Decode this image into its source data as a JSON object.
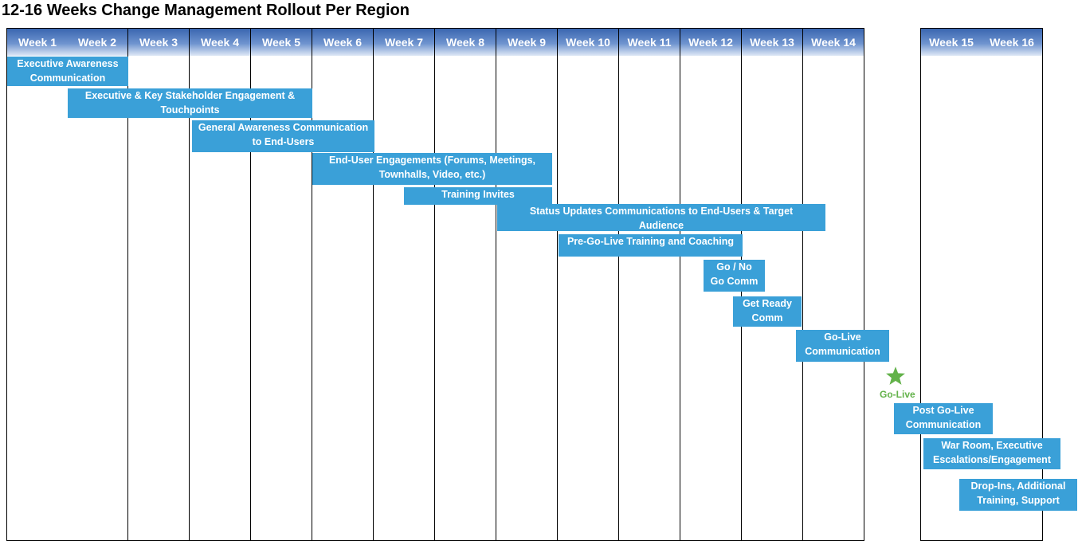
{
  "title": "12-16 Weeks Change Management Rollout Per Region",
  "weeks": [
    "Week 1",
    "Week 2",
    "Week 3",
    "Week 4",
    "Week 5",
    "Week 6",
    "Week 7",
    "Week 8",
    "Week 9",
    "Week 10",
    "Week 11",
    "Week 12",
    "Week 13",
    "Week 14",
    "Week 15",
    "Week 16"
  ],
  "tasks": [
    {
      "label": "Executive Awareness Communication"
    },
    {
      "label": "Executive & Key Stakeholder Engagement & Touchpoints"
    },
    {
      "label": "General Awareness Communication to End-Users"
    },
    {
      "label": "End-User Engagements (Forums, Meetings, Townhalls, Video, etc.)"
    },
    {
      "label": "Training Invites"
    },
    {
      "label": "Status Updates Communications to  End-Users & Target Audience"
    },
    {
      "label": "Pre-Go-Live Training and Coaching"
    },
    {
      "label": "Go / No Go Comm"
    },
    {
      "label": "Get Ready Comm"
    },
    {
      "label": "Go-Live Communication"
    },
    {
      "label": "Post Go-Live Communication"
    },
    {
      "label": "War Room, Executive Escalations/Engagement"
    },
    {
      "label": "Drop-Ins, Additional Training, Support"
    }
  ],
  "milestone": {
    "label": "Go-Live",
    "icon": "star-icon",
    "color": "#63b24a"
  },
  "colors": {
    "bar": "#3aa0d8",
    "header": "#3a66b0",
    "milestone": "#63b24a"
  }
}
